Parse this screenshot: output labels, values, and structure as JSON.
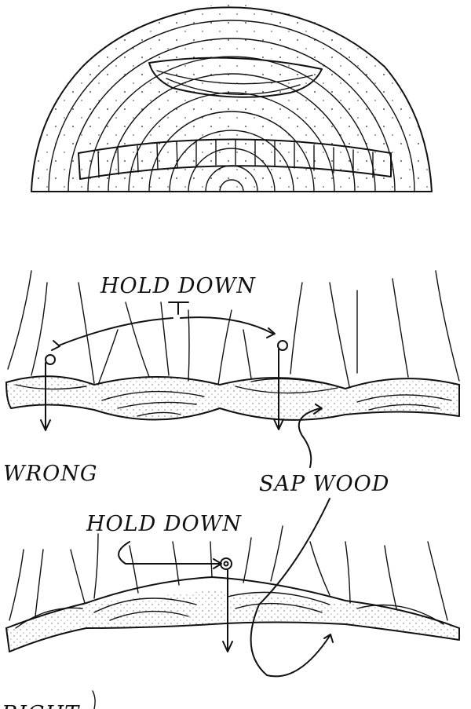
{
  "labels": {
    "top_hold_down": "HOLD DOWN",
    "wrong": "WRONG",
    "sap_wood": "SAP WOOD",
    "bottom_hold_down": "HOLD DOWN",
    "right_partial": "RIGHT"
  },
  "colors": {
    "ink": "#111111",
    "paper": "#ffffff"
  }
}
